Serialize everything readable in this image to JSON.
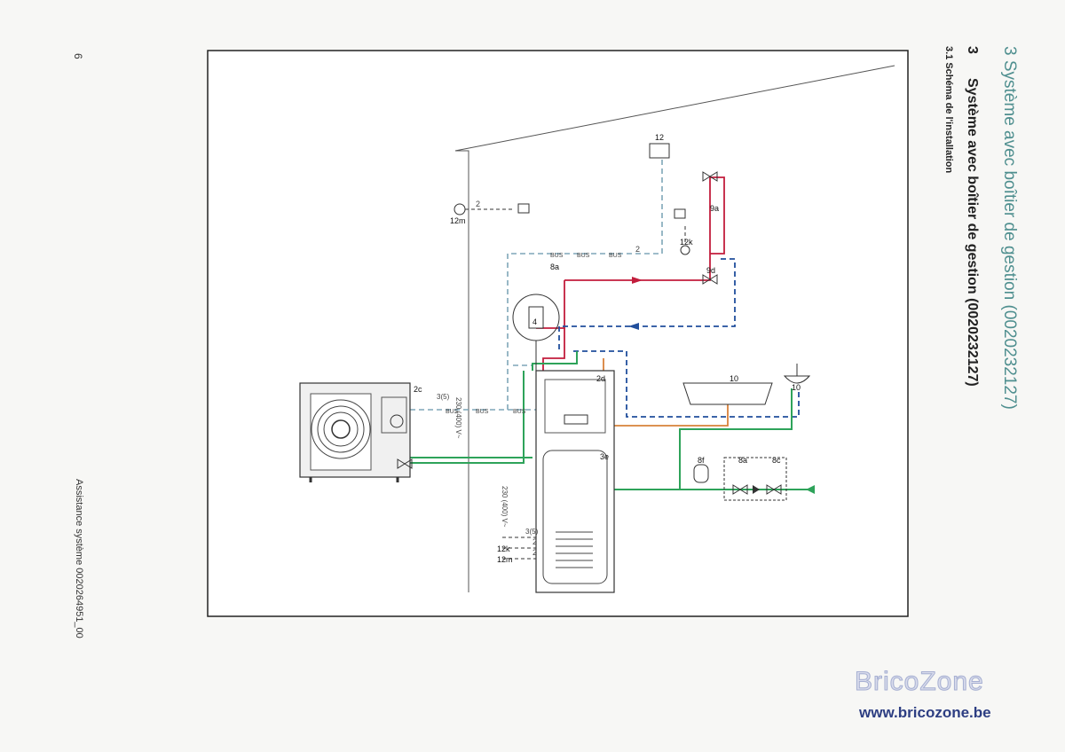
{
  "header": {
    "section_title": "3 Système avec boîtier de gestion (0020232127)",
    "chapter_number": "3",
    "chapter_title": "Système avec boîtier de gestion (0020232127)",
    "subsection": "3.1     Schéma de l'installation"
  },
  "footer": {
    "doc_ref": "Assistance système   0020264951_00",
    "page_number": "6"
  },
  "diagram": {
    "component_labels": {
      "c_12": "12",
      "c_9a": "9a",
      "c_12k_top": "12k",
      "c_9d": "9d",
      "c_8a_top": "8a",
      "c_12m_top": "12m",
      "c_4": "4",
      "c_2c": "2c",
      "c_2d": "2d",
      "c_3e": "3e",
      "c_8f": "8f",
      "c_8a_bot": "8a",
      "c_8c": "8c",
      "c_12k_bot": "12k",
      "c_12m_bot": "12m",
      "c_10a": "10",
      "c_10b": "10"
    },
    "cable_labels": {
      "bus": "BUS",
      "two": "2",
      "three_five": "3(5)",
      "supply_top": "230 (400) V~",
      "supply_bot": "230 (400) V~"
    },
    "line_colors": {
      "bus": "#7fa6b8",
      "heating_flow": "#c21d3c",
      "heating_return": "#214f9c",
      "cold_water": "#2ea35a",
      "hot_water": "#d8823a",
      "cable": "#333333"
    }
  },
  "watermark": {
    "brand": "BricoZone",
    "url": "www.bricozone.be"
  }
}
